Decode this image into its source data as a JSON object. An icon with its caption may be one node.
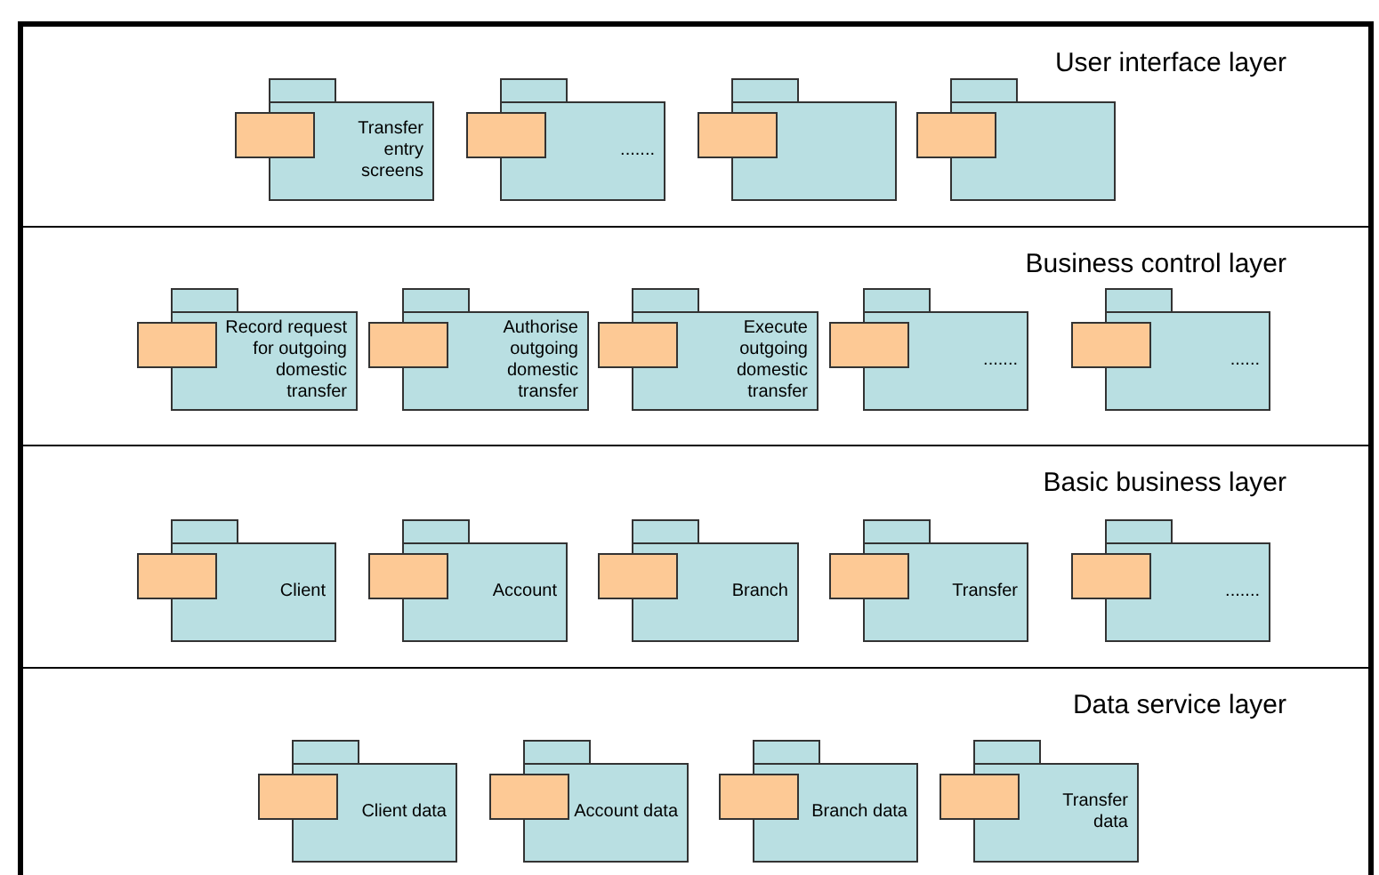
{
  "diagram": {
    "nodes": [
      {
        "text": [
          "User interface layer"
        ]
      },
      {
        "text": [
          "Transfer entry screens"
        ],
        "in": 0
      },
      {
        "text": [
          "......."
        ],
        "in": 0
      },
      {
        "text": [],
        "shape": "package",
        "in": 0
      },
      {
        "text": [],
        "shape": "package",
        "in": 0
      },
      {
        "text": [
          "Business control layer"
        ]
      },
      {
        "text": [
          "Record request for outgoing domestic transfer"
        ],
        "in": 5
      },
      {
        "text": [
          "Authorise outgoing domestic transfer"
        ],
        "in": 5
      },
      {
        "text": [
          "Execute outgoing domestic transfer"
        ],
        "in": 5
      },
      {
        "text": [
          "......."
        ],
        "in": 5
      },
      {
        "text": [
          "......"
        ],
        "in": 5
      },
      {
        "text": [
          "Basic business layer"
        ]
      },
      {
        "text": [
          "Client"
        ],
        "in": 11
      },
      {
        "text": [
          "Account"
        ],
        "in": 11
      },
      {
        "text": [
          "Branch"
        ],
        "in": 11
      },
      {
        "text": [
          "Transfer"
        ],
        "in": 11
      },
      {
        "text": [
          "......."
        ],
        "in": 11
      },
      {
        "text": [
          "Data service layer"
        ]
      },
      {
        "text": [
          "Client data"
        ],
        "in": 17
      },
      {
        "text": [
          "Account data"
        ],
        "in": 17
      },
      {
        "text": [
          "Branch data"
        ],
        "in": 17
      },
      {
        "text": [
          "Transfer data"
        ],
        "in": 17
      }
    ],
    "edges": []
  }
}
